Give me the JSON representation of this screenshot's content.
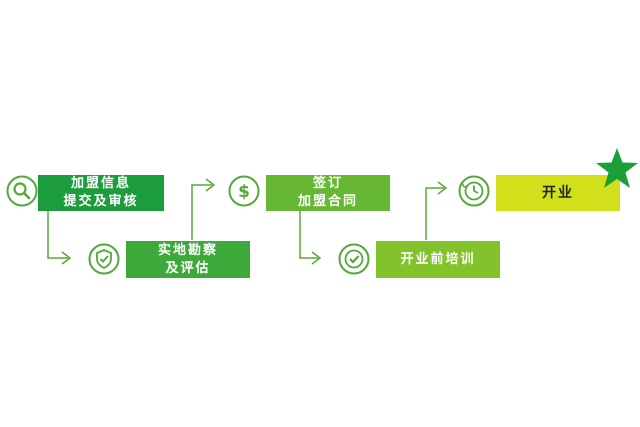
{
  "flow": {
    "steps": [
      {
        "line1": "加盟信息",
        "line2": "提交及审核",
        "icon": "magnifier-icon",
        "color": "#1c9c3c"
      },
      {
        "line1": "实地勘察",
        "line2": "及评估",
        "icon": "shield-check-icon",
        "color": "#3ca93a"
      },
      {
        "line1": "签订",
        "line2": "加盟合同",
        "icon": "dollar-icon",
        "color": "#66b832"
      },
      {
        "line1": "开业前培训",
        "line2": "",
        "icon": "check-circle-icon",
        "color": "#82c22a"
      },
      {
        "line1": "开业",
        "line2": "",
        "icon": "clock-icon",
        "color": "#d2e01c"
      }
    ],
    "star_color": "#1aa037",
    "line_color": "#5aa83a"
  }
}
